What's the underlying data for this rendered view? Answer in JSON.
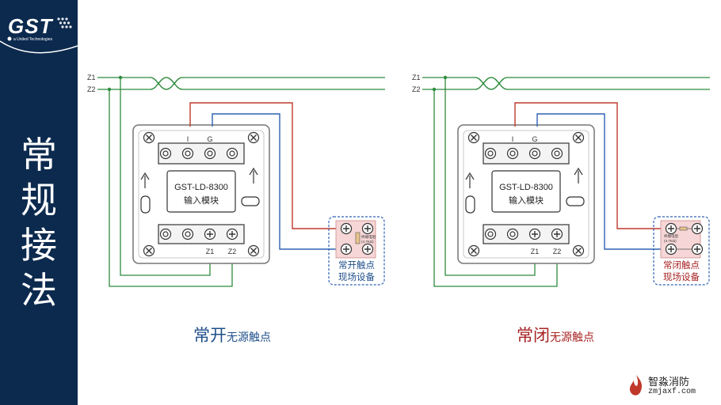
{
  "brand": {
    "logo_text": "GST",
    "logo_subtitle": "a United Technologies"
  },
  "sidebar": {
    "title": "常规接法"
  },
  "diagrams": [
    {
      "bus": {
        "z1": "Z1",
        "z2": "Z2"
      },
      "module": {
        "name": "GST-LD-8300",
        "desc": "输入模块",
        "term_i": "I",
        "term_g": "G",
        "term_z1": "Z1",
        "term_z2": "Z2"
      },
      "device": {
        "resistor": "终端电阻",
        "resistor_value": "(4.7KΩ)",
        "label_line1": "常开触点",
        "label_line2": "现场设备"
      }
    },
    {
      "bus": {
        "z1": "Z1",
        "z2": "Z2"
      },
      "module": {
        "name": "GST-LD-8300",
        "desc": "输入模块",
        "term_i": "I",
        "term_g": "G",
        "term_z1": "Z1",
        "term_z2": "Z2"
      },
      "device": {
        "resistor": "终端电阻",
        "resistor_value": "(4.7KΩ)",
        "label_line1": "常闭触点",
        "label_line2": "现场设备"
      }
    }
  ],
  "captions": {
    "left": {
      "main": "常开",
      "sub": "无源触点"
    },
    "right": {
      "main": "常闭",
      "sub": "无源触点"
    }
  },
  "watermark": {
    "name": "智淼消防",
    "url": "zmjaxf.com"
  },
  "colors": {
    "sidebar": "#0c2a4e",
    "bus_wire": "#2e8b3c",
    "red_wire": "#c0392b",
    "blue_wire": "#2f62b3",
    "caption_left": "#1f4f8a",
    "caption_right": "#a82323"
  }
}
